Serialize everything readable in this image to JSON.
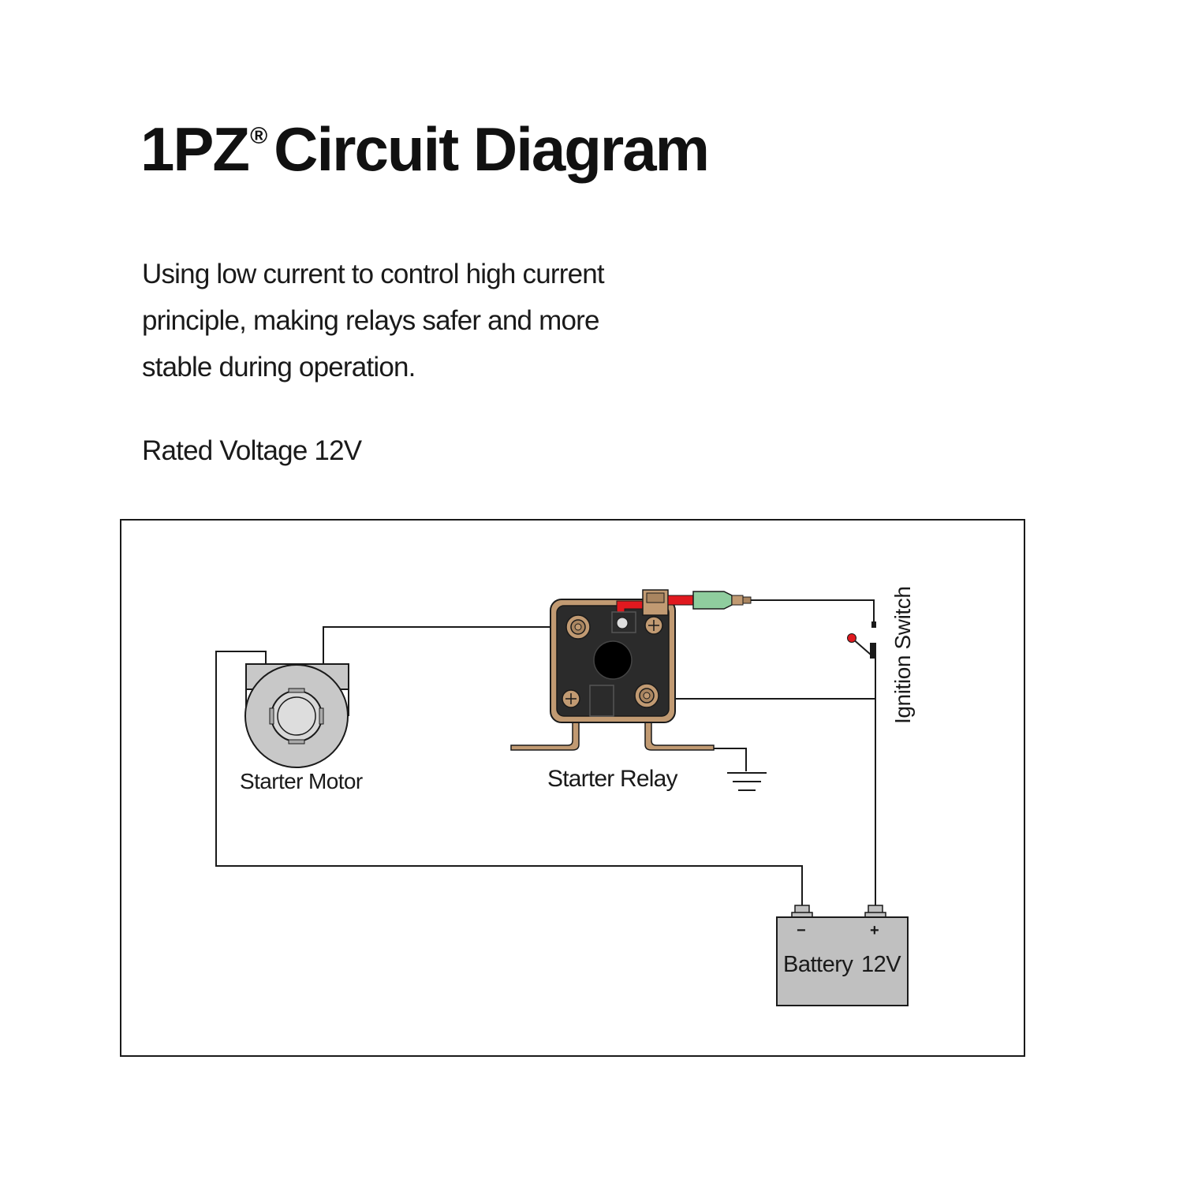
{
  "header": {
    "title_main": "1PZ",
    "title_mark": "®",
    "title_rest": "Circuit Diagram"
  },
  "description": {
    "lines": [
      "Using low current to control high current",
      "principle, making relays safer and more",
      "stable during operation."
    ]
  },
  "rated_voltage": "Rated Voltage 12V",
  "diagram": {
    "starter_motor_label": "Starter Motor",
    "starter_relay_label": "Starter Relay",
    "ignition_switch_label": "Ignition Switch",
    "battery": {
      "label": "Battery",
      "voltage": "12V",
      "negative_symbol": "−",
      "positive_symbol": "+"
    }
  },
  "colors": {
    "wire": "#1a1a1a",
    "relay_body": "#2b2b2b",
    "relay_rim": "#c19a72",
    "red_lead": "#e0191f",
    "green_connector": "#8fcd9e",
    "battery_fill": "#c0c0c0",
    "motor_fill": "#c8c8c8",
    "switch_knob": "#e0191f"
  }
}
